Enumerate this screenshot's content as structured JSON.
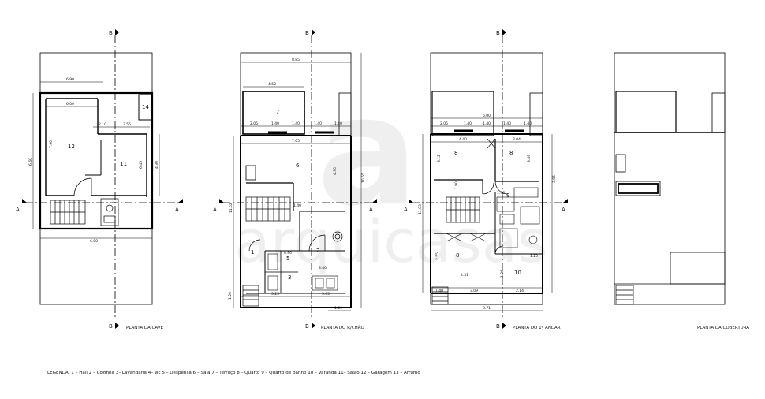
{
  "watermark": {
    "logo": "a",
    "text": "arquicasas"
  },
  "section_marks": {
    "b": "B",
    "a": "A"
  },
  "plans": [
    {
      "id": "cave",
      "title": "PLANTA DA CAVE",
      "dimensions": [
        "6.90",
        "6.00",
        "2.10",
        "3.55",
        "7.90",
        "6.60",
        "4.30",
        "6.45",
        "6.00"
      ],
      "rooms": [
        "12",
        "11",
        "14"
      ]
    },
    {
      "id": "rchao",
      "title": "PLANTA DO R/CHÃO",
      "dimensions": [
        "8.85",
        "4.50",
        "2.05",
        "1.40",
        "1.40",
        "1.40",
        "1.40",
        "7.65",
        "4.30",
        "1.40",
        "0.90",
        "3.40",
        "3.25",
        "3.65",
        "1.60",
        "1.20",
        "10.55",
        "11.02"
      ],
      "rooms": [
        "7",
        "6",
        "5",
        "2",
        "1",
        "3"
      ]
    },
    {
      "id": "andar1",
      "title": "PLANTA DO 1º ANDAR",
      "dimensions": [
        "6.00",
        "2.05",
        "1.40",
        "1.40",
        "1.40",
        "1.40",
        "4.40",
        "3.04",
        "3.12",
        "3.49",
        "1.90",
        "1.96",
        "2.55",
        "1.36",
        "4.31",
        "1.25",
        "1.40",
        "3.09",
        "2.14",
        "8.71",
        "3.85",
        "11.03"
      ],
      "rooms": [
        "8",
        "8",
        "9",
        "8",
        "10"
      ]
    },
    {
      "id": "cobertura",
      "title": "PLANTA DA COBERTURA",
      "dimensions": [],
      "rooms": []
    }
  ],
  "legend": "LEGENDA:  1 – Hall   2 – Cozinha   3– Lavandaria   4– wc   5 – Despensa   6 – Sala   7 – Terraço   8 – Quarto   9 – Quarto de banho   10 – Varanda   11– Salão   12 – Garagem   13 – Arrumo"
}
